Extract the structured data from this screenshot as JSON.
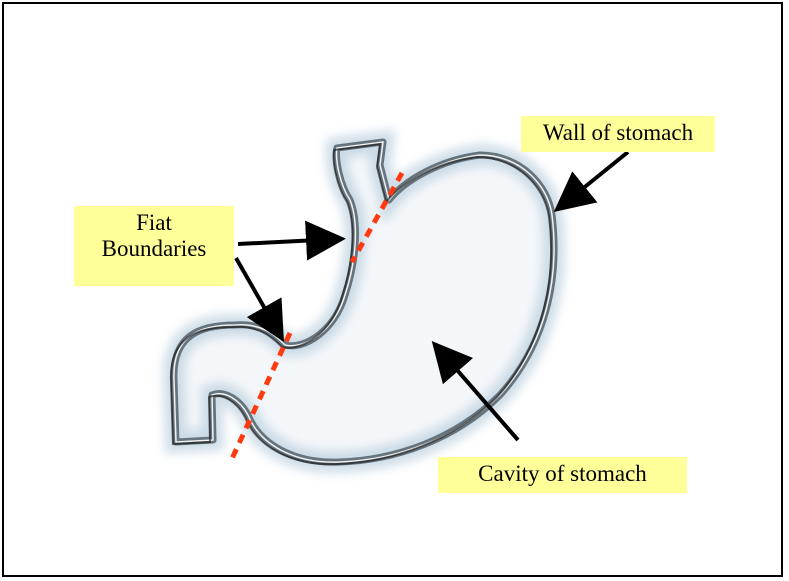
{
  "labels": {
    "fiat_boundaries_line1": "Fiat",
    "fiat_boundaries_line2": "Boundaries",
    "wall_of_stomach": "Wall of stomach",
    "cavity_of_stomach": "Cavity of stomach"
  },
  "colors": {
    "label_background": "#ffff99",
    "boundary_dashes": "#ff3a10",
    "stomach_outline": "#1a1a1a",
    "stomach_fill": "#f4f7fa",
    "stomach_shade": "#a9c3d6"
  }
}
